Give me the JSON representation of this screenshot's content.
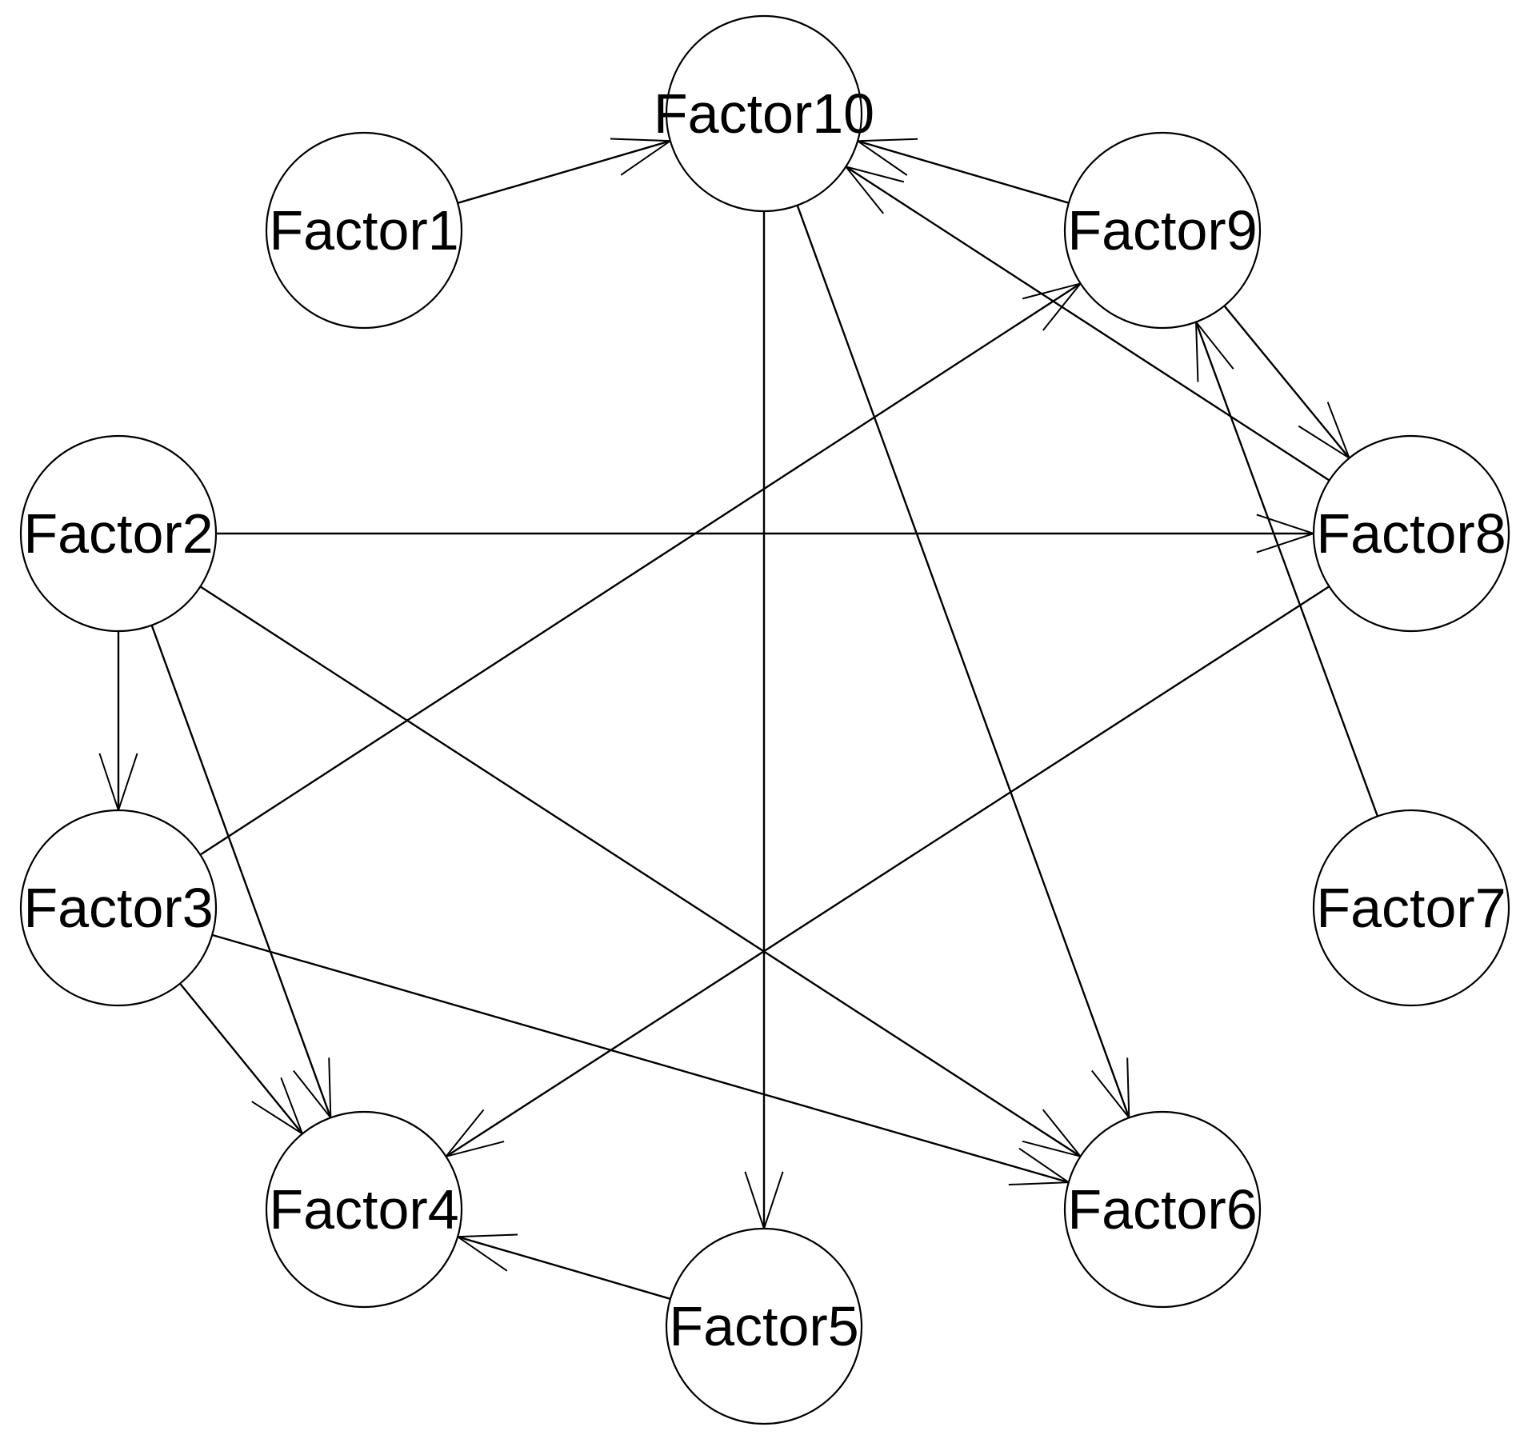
{
  "nodes": [
    {
      "id": "Factor10",
      "label": "Factor10"
    },
    {
      "id": "Factor1",
      "label": "Factor1"
    },
    {
      "id": "Factor9",
      "label": "Factor9"
    },
    {
      "id": "Factor2",
      "label": "Factor2"
    },
    {
      "id": "Factor8",
      "label": "Factor8"
    },
    {
      "id": "Factor3",
      "label": "Factor3"
    },
    {
      "id": "Factor7",
      "label": "Factor7"
    },
    {
      "id": "Factor4",
      "label": "Factor4"
    },
    {
      "id": "Factor6",
      "label": "Factor6"
    },
    {
      "id": "Factor5",
      "label": "Factor5"
    }
  ],
  "edges": [
    {
      "from": "Factor1",
      "to": "Factor10"
    },
    {
      "from": "Factor9",
      "to": "Factor10"
    },
    {
      "from": "Factor8",
      "to": "Factor10"
    },
    {
      "from": "Factor10",
      "to": "Factor5"
    },
    {
      "from": "Factor10",
      "to": "Factor6"
    },
    {
      "from": "Factor9",
      "to": "Factor8"
    },
    {
      "from": "Factor7",
      "to": "Factor9"
    },
    {
      "from": "Factor3",
      "to": "Factor9"
    },
    {
      "from": "Factor2",
      "to": "Factor8"
    },
    {
      "from": "Factor2",
      "to": "Factor3"
    },
    {
      "from": "Factor2",
      "to": "Factor4"
    },
    {
      "from": "Factor2",
      "to": "Factor6"
    },
    {
      "from": "Factor3",
      "to": "Factor4"
    },
    {
      "from": "Factor3",
      "to": "Factor6"
    },
    {
      "from": "Factor8",
      "to": "Factor4"
    },
    {
      "from": "Factor5",
      "to": "Factor4"
    }
  ]
}
